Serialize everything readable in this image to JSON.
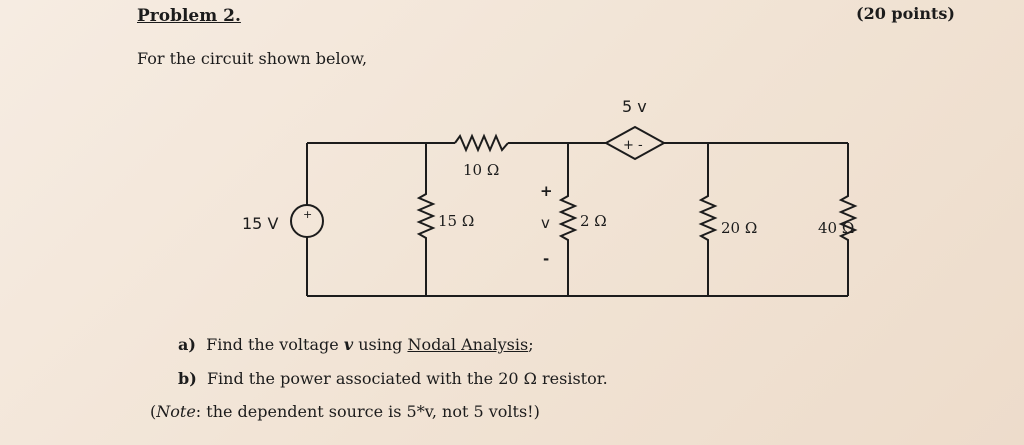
{
  "header": {
    "title": "Problem 2.",
    "points": "(20 points)"
  },
  "intro": "For the circuit shown below,",
  "circuit": {
    "dep_source_label": "5 v",
    "dep_source_polarity": "+ -",
    "voltage_source_label": "15 V",
    "r_top": "10 Ω",
    "r_left": "15 Ω",
    "r_mid": "2 Ω",
    "r_right1": "20 Ω",
    "r_right2": "40 Ω",
    "v_label": "v",
    "v_plus": "+",
    "v_minus": "-"
  },
  "questions": {
    "a_prefix": "a)",
    "a_text": "Find the voltage ",
    "a_var": "v",
    "a_mid": " using ",
    "a_method": "Nodal Analysis",
    "a_end": ";",
    "b_prefix": "b)",
    "b_text": "Find the power associated with the 20 Ω resistor."
  },
  "note": {
    "open": "(",
    "label": "Note",
    "text": ": the dependent source is 5*v, not 5 volts!)"
  }
}
